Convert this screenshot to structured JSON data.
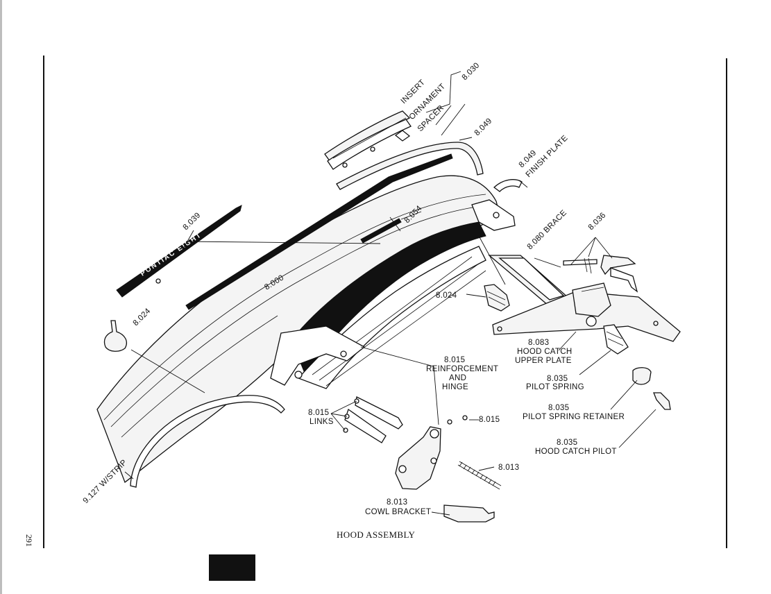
{
  "page": {
    "number": "291",
    "caption": "HOOD ASSEMBLY"
  },
  "labels": {
    "insert": "INSERT",
    "ornament": "ORNAMENT",
    "spacer": "SPACER",
    "p8030": "8.030",
    "p8049": "8.049",
    "p8049_fp_num": "8.049",
    "p8049_fp_name": "FINISH PLATE",
    "p8054": "8.054",
    "p8039": "8.039",
    "p8000": "8.000",
    "p8024_left": "8.024",
    "p8024_right": "8.024",
    "p8080": "8.080 BRACE",
    "p8036": "8.036",
    "p8083_num": "8.083",
    "p8083_l1": "HOOD CATCH",
    "p8083_l2": "UPPER PLATE",
    "p8015_num": "8.015",
    "p8015_l1": "REINFORCEMENT",
    "p8015_l2": "AND",
    "p8015_l3": "HINGE",
    "p8035a_num": "8.035",
    "p8035a_name": "PILOT SPRING",
    "p8035b_num": "8.035",
    "p8035b_name": "PILOT SPRING RETAINER",
    "p8035c_num": "8.035",
    "p8035c_name": "HOOD CATCH PILOT",
    "links_num": "8.015",
    "links_name": "LINKS",
    "p8015_small": "8.015",
    "p8013_spring": "8.013",
    "p8013_num": "8.013",
    "p8013_name": "COWL BRACKET",
    "wstrip": "9.127 W/STRIP",
    "emblem_text": "PONTIAC EIGHT"
  }
}
